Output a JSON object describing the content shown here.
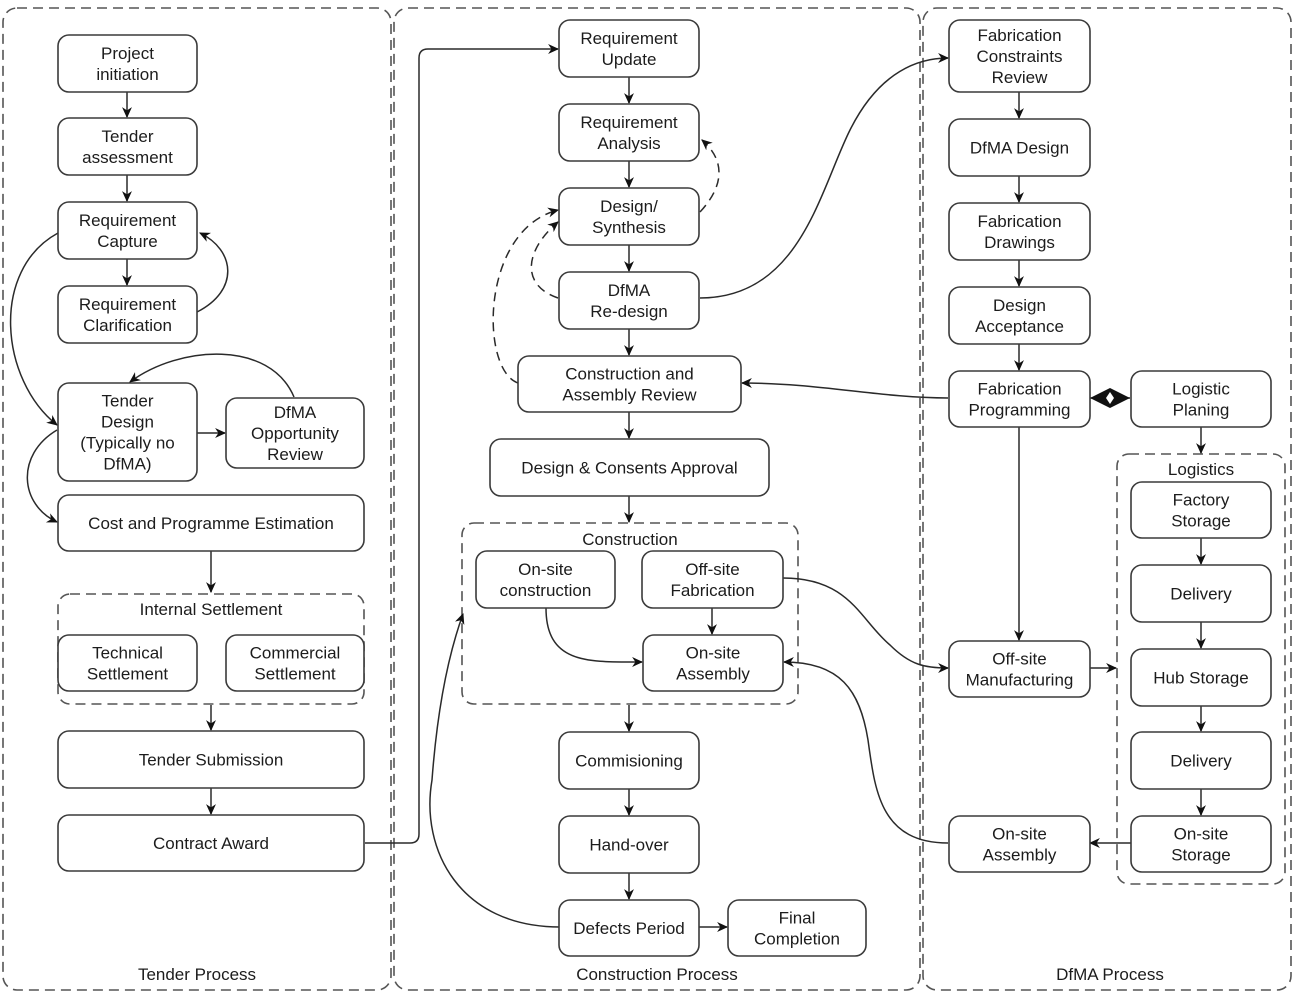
{
  "title": "Tender, Construction and DfMA process flow",
  "lanes": [
    {
      "id": "tender",
      "label": "Tender Process"
    },
    {
      "id": "construction",
      "label": "Construction Process"
    },
    {
      "id": "dfma",
      "label": "DfMA Process"
    }
  ],
  "groups": [
    {
      "id": "internal-settlement",
      "label": "Internal Settlement"
    },
    {
      "id": "construction-group",
      "label": "Construction"
    },
    {
      "id": "logistics-group",
      "label": "Logistics"
    }
  ],
  "nodes": {
    "project_initiation": [
      "Project",
      "initiation"
    ],
    "tender_assessment": [
      "Tender",
      "assessment"
    ],
    "requirement_capture": [
      "Requirement",
      "Capture"
    ],
    "requirement_clarification": [
      "Requirement",
      "Clarification"
    ],
    "tender_design": [
      "Tender",
      "Design",
      "(Typically no",
      "DfMA)"
    ],
    "dfma_opportunity_review": [
      "DfMA",
      "Opportunity",
      "Review"
    ],
    "cost_programme_estimation": [
      "Cost and Programme Estimation"
    ],
    "technical_settlement": [
      "Technical",
      "Settlement"
    ],
    "commercial_settlement": [
      "Commercial",
      "Settlement"
    ],
    "tender_submission": [
      "Tender Submission"
    ],
    "contract_award": [
      "Contract Award"
    ],
    "requirement_update": [
      "Requirement",
      "Update"
    ],
    "requirement_analysis": [
      "Requirement",
      "Analysis"
    ],
    "design_synthesis": [
      "Design/",
      "Synthesis"
    ],
    "dfma_redesign": [
      "DfMA",
      "Re-design"
    ],
    "construction_assembly_review": [
      "Construction and",
      "Assembly Review"
    ],
    "design_consents_approval": [
      "Design & Consents Approval"
    ],
    "onsite_construction": [
      "On-site",
      "construction"
    ],
    "offsite_fabrication": [
      "Off-site",
      "Fabrication"
    ],
    "onsite_assembly_c": [
      "On-site",
      "Assembly"
    ],
    "commissioning": [
      "Commisioning"
    ],
    "hand_over": [
      "Hand-over"
    ],
    "defects_period": [
      "Defects Period"
    ],
    "final_completion": [
      "Final",
      "Completion"
    ],
    "fabrication_constraints_review": [
      "Fabrication",
      "Constraints",
      "Review"
    ],
    "dfma_design": [
      "DfMA Design"
    ],
    "fabrication_drawings": [
      "Fabrication",
      "Drawings"
    ],
    "design_acceptance": [
      "Design",
      "Acceptance"
    ],
    "fabrication_programming": [
      "Fabrication",
      "Programming"
    ],
    "logistic_planing": [
      "Logistic",
      "Planing"
    ],
    "factory_storage": [
      "Factory",
      "Storage"
    ],
    "delivery_1": [
      "Delivery"
    ],
    "hub_storage": [
      "Hub Storage"
    ],
    "delivery_2": [
      "Delivery"
    ],
    "onsite_storage": [
      "On-site",
      "Storage"
    ],
    "offsite_manufacturing": [
      "Off-site",
      "Manufacturing"
    ],
    "onsite_assembly_d": [
      "On-site",
      "Assembly"
    ]
  },
  "edges": [
    {
      "from": "project_initiation",
      "to": "tender_assessment",
      "style": "solid"
    },
    {
      "from": "tender_assessment",
      "to": "requirement_capture",
      "style": "solid"
    },
    {
      "from": "requirement_capture",
      "to": "requirement_clarification",
      "style": "solid"
    },
    {
      "from": "requirement_clarification",
      "to": "requirement_capture",
      "style": "solid"
    },
    {
      "from": "requirement_capture",
      "to": "tender_design",
      "style": "solid"
    },
    {
      "from": "tender_design",
      "to": "dfma_opportunity_review",
      "style": "solid"
    },
    {
      "from": "dfma_opportunity_review",
      "to": "tender_design",
      "style": "solid"
    },
    {
      "from": "tender_design",
      "to": "cost_programme_estimation",
      "style": "solid"
    },
    {
      "from": "cost_programme_estimation",
      "to": "internal-settlement",
      "style": "solid"
    },
    {
      "from": "internal-settlement",
      "to": "tender_submission",
      "style": "solid"
    },
    {
      "from": "tender_submission",
      "to": "contract_award",
      "style": "solid"
    },
    {
      "from": "contract_award",
      "to": "requirement_update",
      "style": "solid"
    },
    {
      "from": "requirement_update",
      "to": "requirement_analysis",
      "style": "solid"
    },
    {
      "from": "requirement_analysis",
      "to": "design_synthesis",
      "style": "solid"
    },
    {
      "from": "design_synthesis",
      "to": "requirement_analysis",
      "style": "dashed"
    },
    {
      "from": "design_synthesis",
      "to": "dfma_redesign",
      "style": "solid"
    },
    {
      "from": "dfma_redesign",
      "to": "design_synthesis",
      "style": "dashed"
    },
    {
      "from": "dfma_redesign",
      "to": "construction_assembly_review",
      "style": "solid"
    },
    {
      "from": "construction_assembly_review",
      "to": "design_synthesis",
      "style": "dashed"
    },
    {
      "from": "construction_assembly_review",
      "to": "design_consents_approval",
      "style": "solid"
    },
    {
      "from": "design_consents_approval",
      "to": "construction-group",
      "style": "solid"
    },
    {
      "from": "onsite_construction",
      "to": "onsite_assembly_c",
      "style": "solid"
    },
    {
      "from": "offsite_fabrication",
      "to": "onsite_assembly_c",
      "style": "solid"
    },
    {
      "from": "construction-group",
      "to": "commissioning",
      "style": "solid"
    },
    {
      "from": "commissioning",
      "to": "hand_over",
      "style": "solid"
    },
    {
      "from": "hand_over",
      "to": "defects_period",
      "style": "solid"
    },
    {
      "from": "defects_period",
      "to": "final_completion",
      "style": "solid"
    },
    {
      "from": "defects_period",
      "to": "construction-group",
      "style": "solid"
    },
    {
      "from": "dfma_redesign",
      "to": "fabrication_constraints_review",
      "style": "solid"
    },
    {
      "from": "fabrication_constraints_review",
      "to": "dfma_design",
      "style": "solid"
    },
    {
      "from": "dfma_design",
      "to": "fabrication_drawings",
      "style": "solid"
    },
    {
      "from": "fabrication_drawings",
      "to": "design_acceptance",
      "style": "solid"
    },
    {
      "from": "design_acceptance",
      "to": "fabrication_programming",
      "style": "solid"
    },
    {
      "from": "fabrication_programming",
      "to": "construction_assembly_review",
      "style": "solid"
    },
    {
      "from": "fabrication_programming",
      "to": "logistic_planing",
      "style": "bidirectional"
    },
    {
      "from": "logistic_planing",
      "to": "logistics-group",
      "style": "solid"
    },
    {
      "from": "fabrication_programming",
      "to": "offsite_manufacturing",
      "style": "solid"
    },
    {
      "from": "offsite_fabrication",
      "to": "offsite_manufacturing",
      "style": "solid"
    },
    {
      "from": "offsite_manufacturing",
      "to": "logistics-group",
      "style": "solid"
    },
    {
      "from": "factory_storage",
      "to": "delivery_1",
      "style": "solid"
    },
    {
      "from": "delivery_1",
      "to": "hub_storage",
      "style": "solid"
    },
    {
      "from": "hub_storage",
      "to": "delivery_2",
      "style": "solid"
    },
    {
      "from": "delivery_2",
      "to": "onsite_storage",
      "style": "solid"
    },
    {
      "from": "onsite_storage",
      "to": "onsite_assembly_d",
      "style": "solid"
    },
    {
      "from": "onsite_assembly_d",
      "to": "onsite_assembly_c",
      "style": "solid"
    }
  ],
  "colors": {
    "stroke": "#3a3a3a",
    "text": "#1c1c1c",
    "background": "#ffffff"
  }
}
